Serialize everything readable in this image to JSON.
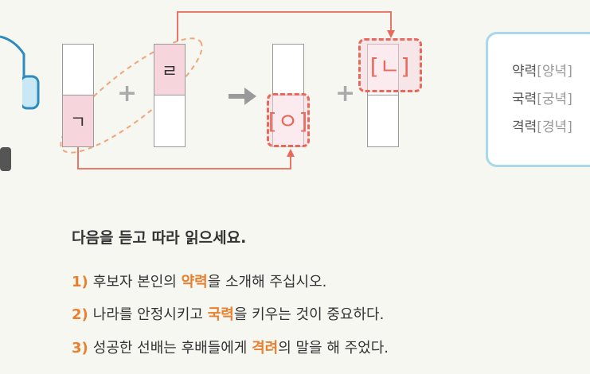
{
  "diagram": {
    "card1": {
      "top": "",
      "bottom": "ㄱ"
    },
    "card2": {
      "top": "ㄹ",
      "bottom": ""
    },
    "card3": {
      "top": "",
      "bottom": "[ㅇ]"
    },
    "card4": {
      "top": "[ㄴ]",
      "bottom": ""
    },
    "plus_sign": "+"
  },
  "examples": [
    {
      "word": "약력",
      "pron": "[양녁]"
    },
    {
      "word": "국력",
      "pron": "[궁녁]"
    },
    {
      "word": "격력",
      "pron": "[경녁]"
    }
  ],
  "instruction": "다음을 듣고 따라 읽으세요.",
  "sentences": [
    {
      "num": "1)",
      "pre": "후보자 본인의 ",
      "word": "약력",
      "post": "을 소개해 주십시오."
    },
    {
      "num": "2)",
      "pre": "나라를 안정시키고 ",
      "word": "국력",
      "post": "을 키우는 것이 중요하다."
    },
    {
      "num": "3)",
      "pre": "성공한 선배는 후배들에게 ",
      "word": "격려",
      "post": "의 말을 해 주었다."
    }
  ],
  "colors": {
    "accent": "#e8802f",
    "highlight_red": "#e8685b",
    "pink": "#f7d5dd",
    "box_border": "#a9d7ec"
  }
}
